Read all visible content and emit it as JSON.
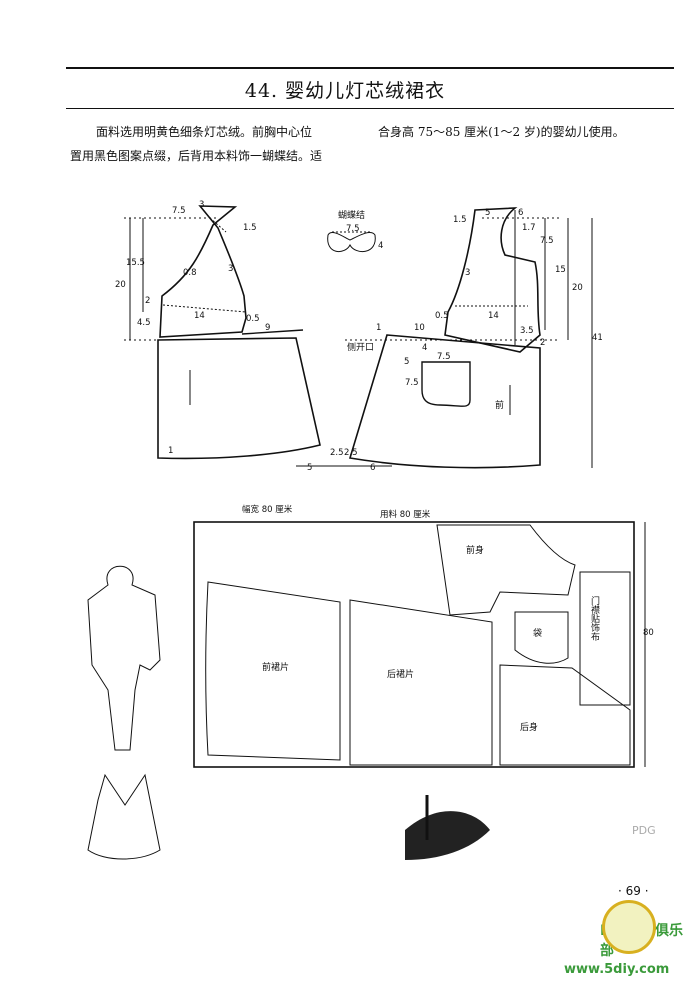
{
  "header": {
    "title": "44. 婴幼儿灯芯绒裙衣"
  },
  "intro": {
    "line1": "面料选用明黄色细条灯芯绒。前胸中心位",
    "line2": "置用黑色图案点缀，后背用本料饰一蝴蝶结。适",
    "line1b": "合身高 75～85 厘米(1～2 岁)的婴幼儿使用。"
  },
  "pattern": {
    "bow_label": "蝴蝶结",
    "side_opening": "侧开口",
    "front_label": "前",
    "back_dims": {
      "d75": "7.5",
      "d3": "3",
      "d15": "1.5",
      "d155": "15.5",
      "d08": "0.8",
      "d20": "20",
      "d2": "2",
      "d14": "14",
      "d45": "4.5",
      "d05": "0.5",
      "d9": "9",
      "d1": "1",
      "d5": "5",
      "d25": "2.5",
      "d25b": "2.5"
    },
    "front_dims": {
      "d15": "1.5",
      "d5": "5",
      "d6": "6",
      "d17": "1.7",
      "d75": "7.5",
      "d15b": "15",
      "d20": "20",
      "d41": "41",
      "d3": "3",
      "d14": "14",
      "d35": "3.5",
      "d2": "2",
      "d1": "1",
      "d10": "10",
      "d05": "0.5",
      "d4": "4",
      "d75b": "7.5",
      "d6b": "6",
      "d5b": "5"
    },
    "bow_dims": {
      "w": "7.5",
      "h": "4"
    }
  },
  "layout": {
    "fabric_width": "幅宽 80 厘米",
    "fabric_use": "用料 80 厘米",
    "side": "80",
    "pieces": {
      "front": "前身",
      "pocket": "袋",
      "placket": "门襟贴饰布",
      "front_skirt": "前裙片",
      "back_skirt": "后裙片",
      "back": "后身"
    }
  },
  "page_number": "· 69 ·",
  "watermark": {
    "club": "DIY手工俱乐部",
    "url": "www.5diy.com",
    "pdg": "PDG"
  }
}
